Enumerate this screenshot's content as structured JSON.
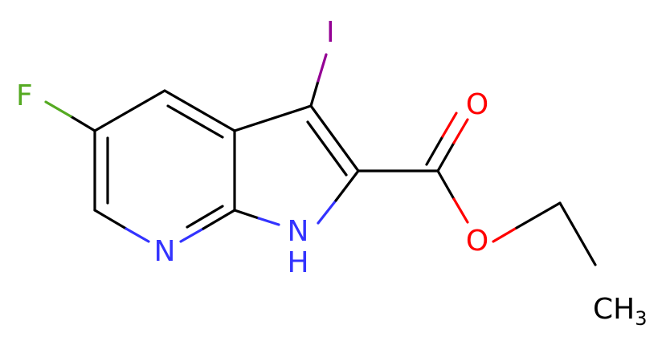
{
  "atoms": {
    "fluorine": "F",
    "iodine": "I",
    "pyridine_nitrogen": "N",
    "pyrrole_nitrogen": "N",
    "pyrrole_hydrogen": "H",
    "carbonyl_oxygen": "O",
    "ester_oxygen": "O",
    "methyl_carbon": "CH",
    "methyl_subscript": "3"
  },
  "colors": {
    "carbon": "#000000",
    "nitrogen": "#3333ff",
    "oxygen": "#ff0000",
    "iodine": "#940094",
    "fluorine": "#55aa22"
  }
}
